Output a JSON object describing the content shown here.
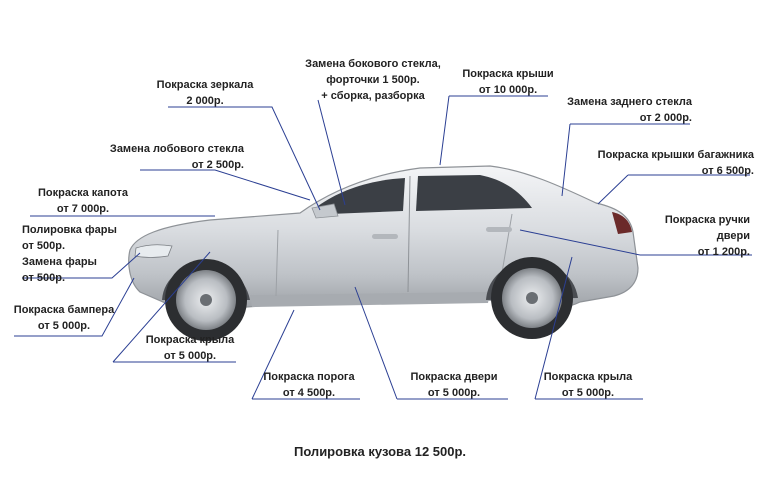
{
  "labels": {
    "mirror": [
      "Покраска зеркала",
      "2 000р."
    ],
    "side_glass": [
      "Замена бокового стекла,",
      "форточки 1 500р.",
      "+ сборка, разборка"
    ],
    "roof": [
      "Покраска крыши",
      "от 10 000р."
    ],
    "rear_glass": [
      "Замена заднего стекла",
      "от 2 000р."
    ],
    "windshield": [
      "Замена лобового стекла",
      "от 2 500р."
    ],
    "trunk_lid": [
      "Покраска крышки багажника",
      "от 6 500р."
    ],
    "hood": [
      "Покраска капота",
      "от 7 000р."
    ],
    "door_handle": [
      "Покраска ручки",
      "двери",
      "от 1 200р."
    ],
    "headlight": [
      "Полировка фары",
      "от 500р.",
      "Замена фары",
      "от 500р."
    ],
    "bumper": [
      "Покраска бампера",
      "от 5 000р."
    ],
    "front_fender": [
      "Покраска крыла",
      "от 5 000р."
    ],
    "sill": [
      "Покраска порога",
      "от 4 500р."
    ],
    "door": [
      "Покраска двери",
      "от 5 000р."
    ],
    "rear_fender": [
      "Покраска крыла",
      "от 5 000р."
    ]
  },
  "footer": "Полировка кузова 12 500р.",
  "colors": {
    "leader_line": "#2b3f93",
    "text": "#222222"
  }
}
